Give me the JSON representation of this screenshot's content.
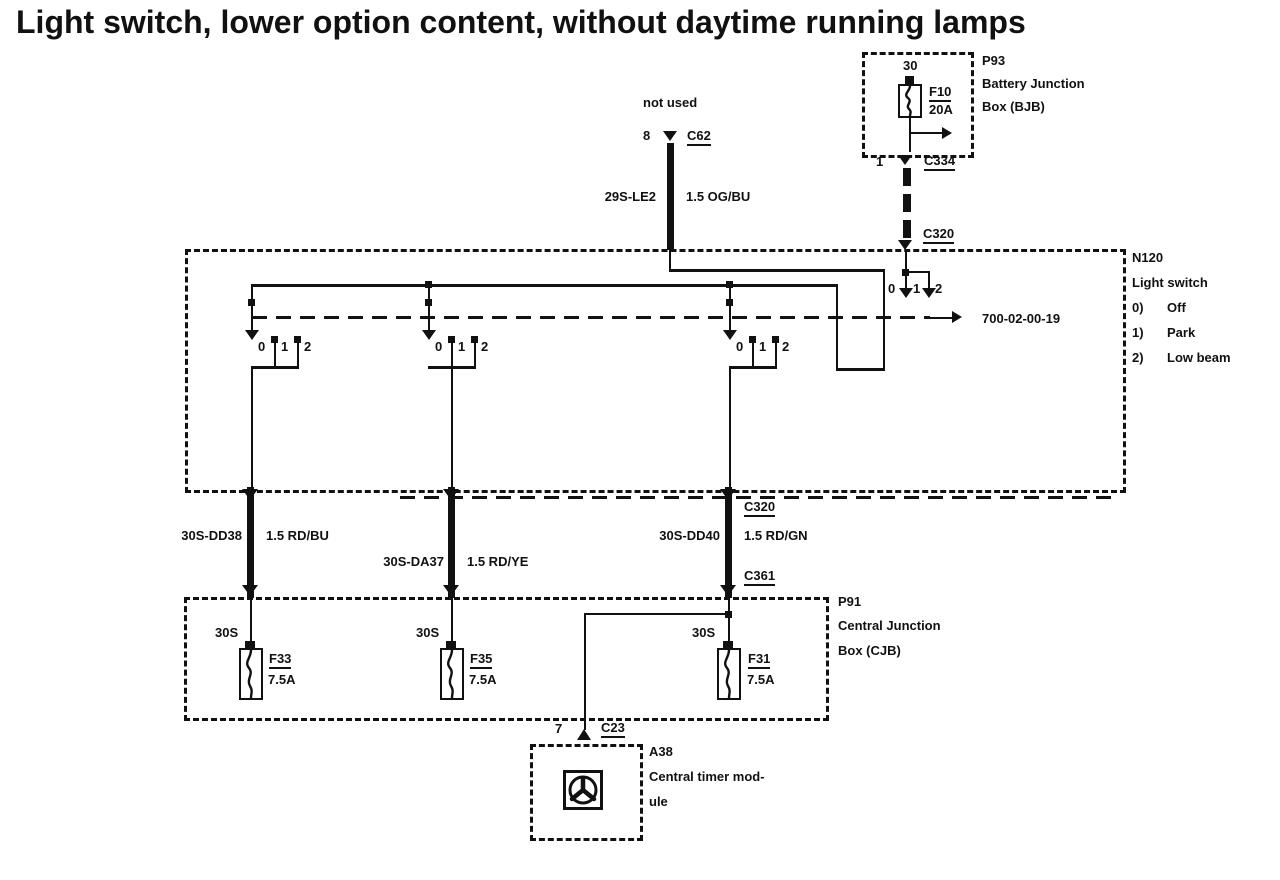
{
  "title": "Light switch, lower option content, without daytime running lamps",
  "p93": {
    "terminal": "30",
    "fuse_id": "F10",
    "fuse_rating": "20A",
    "ref": "P93",
    "name1": "Battery Junction",
    "name2": "Box (BJB)",
    "pin": "1",
    "connector": "C334",
    "connector2": "C320"
  },
  "c62": {
    "note": "not used",
    "pin": "8",
    "connector": "C62",
    "circuit": "29S-LE2",
    "wire": "1.5 OG/BU"
  },
  "n120": {
    "ref": "N120",
    "name": "Light switch",
    "pos0": "0",
    "pos1": "1",
    "pos2": "2",
    "legend": [
      {
        "n": "0)",
        "label": "Off"
      },
      {
        "n": "1)",
        "label": "Park"
      },
      {
        "n": "2)",
        "label": "Low beam"
      }
    ],
    "page_ref": "700-02-00-19"
  },
  "harness": {
    "c320": "C320",
    "c361": "C361",
    "circuit1": "30S-DD38",
    "wire1": "1.5 RD/BU",
    "circuit2": "30S-DA37",
    "wire2": "1.5 RD/YE",
    "circuit3": "30S-DD40",
    "wire3": "1.5 RD/GN"
  },
  "p91": {
    "ref": "P91",
    "name1": "Central Junction",
    "name2": "Box (CJB)",
    "feed": "30S",
    "fuse1_id": "F33",
    "fuse1_rating": "7.5A",
    "fuse2_id": "F35",
    "fuse2_rating": "7.5A",
    "fuse3_id": "F31",
    "fuse3_rating": "7.5A"
  },
  "a38": {
    "pin": "7",
    "connector": "C23",
    "ref": "A38",
    "name1": "Central timer mod-",
    "name2": "ule"
  }
}
